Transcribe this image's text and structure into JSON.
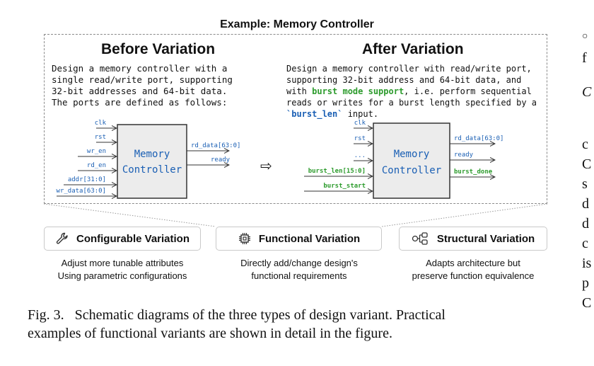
{
  "header": {
    "title": "Example: Memory Controller"
  },
  "before": {
    "title": "Before Variation",
    "text": "Design a memory controller with a\nsingle read/write port, supporting\n32-bit addresses and 64-bit data.\nThe ports are defined as follows:",
    "block_label_1": "Memory",
    "block_label_2": "Controller",
    "inputs": [
      "clk",
      "rst",
      "wr_en",
      "rd_en",
      "addr[31:0]",
      "wr_data[63:0]"
    ],
    "outputs": [
      "rd_data[63:0]",
      "ready"
    ]
  },
  "arrow": "⇨",
  "after": {
    "title": "After Variation",
    "text_line1": "Design a memory controller with read/write port,",
    "text_line2": "supporting 32-bit address and 64-bit data, and",
    "text_line3_pre": "with ",
    "text_line3_hl": "burst mode support",
    "text_line3_post": ", i.e. perform sequential",
    "text_line4": "reads or writes for a burst length specified by a",
    "text_line5_hl": "`burst_len`",
    "text_line5_post": " input.",
    "block_label_1": "Memory",
    "block_label_2": "Controller",
    "inputs": [
      "clk",
      "rst",
      "...",
      "burst_len[15:0]",
      "burst_start"
    ],
    "outputs": [
      "rd_data[63:0]",
      "ready",
      "burst_done"
    ]
  },
  "variations": [
    {
      "title": "Configurable Variation",
      "icon": "wrench-icon",
      "desc1": "Adjust more tunable attributes",
      "desc2": "Using parametric configurations"
    },
    {
      "title": "Functional Variation",
      "icon": "chip-icon",
      "desc1": "Directly add/change design's",
      "desc2": "functional requirements"
    },
    {
      "title": "Structural Variation",
      "icon": "structure-icon",
      "desc1": "Adapts architecture but",
      "desc2": "preserve function equivalence"
    }
  ],
  "caption": {
    "line1": "Fig. 3.   Schematic diagrams of the three types of design variant. Practical",
    "line2": "examples of functional variants are shown in detail in the figure."
  },
  "right_column": [
    "○",
    "f",
    "C",
    "c",
    "C",
    "s",
    "d",
    "d",
    "c",
    "is",
    "p",
    "C"
  ],
  "colors": {
    "blue": "#1a5fb4",
    "green": "#2c9b2c",
    "block_fill": "#ececec"
  }
}
